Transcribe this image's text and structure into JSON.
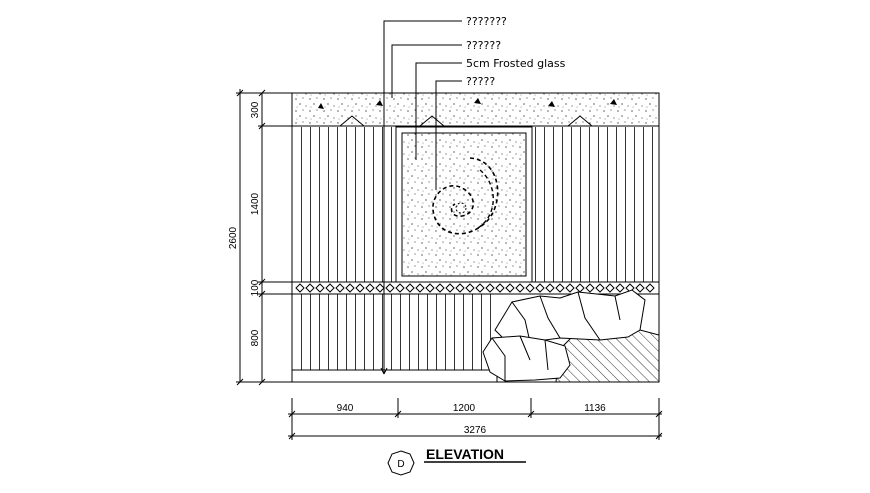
{
  "callouts": [
    "???????",
    "??????",
    "5cm Frosted glass",
    "?????"
  ],
  "dimensions": {
    "vertical_parts": [
      "300",
      "1400",
      "100",
      "800"
    ],
    "vertical_total": "2600",
    "horizontal_parts": [
      "940",
      "1200",
      "1136"
    ],
    "horizontal_total": "3276"
  },
  "title": {
    "marker": "D",
    "text": "ELEVATION"
  },
  "colors": {
    "line": "#000000",
    "background": "#ffffff"
  }
}
